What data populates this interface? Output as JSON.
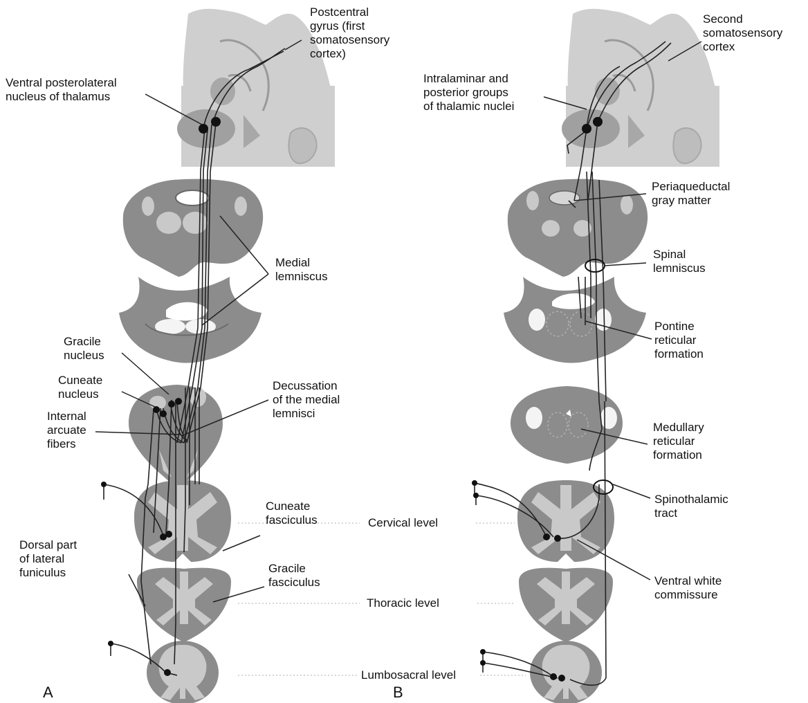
{
  "panels": {
    "a": "A",
    "b": "B"
  },
  "levels": {
    "cervical": "Cervical level",
    "thoracic": "Thoracic level",
    "lumbosacral": "Lumbosacral level"
  },
  "labels_a": {
    "postcentral_gyrus": "Postcentral\ngyrus (first\nsomatosensory\ncortex)",
    "vpl_nucleus": "Ventral posterolateral\nnucleus of thalamus",
    "medial_lemniscus": "Medial\nlemniscus",
    "gracile_nucleus": "Gracile\nnucleus",
    "cuneate_nucleus": "Cuneate\nnucleus",
    "internal_arcuate": "Internal\narcuate\nfibers",
    "decussation": "Decussation\nof the medial\nlemnisci",
    "cuneate_fasciculus": "Cuneate\nfasciculus",
    "dorsal_lateral_funiculus": "Dorsal part\nof lateral\nfuniculus",
    "gracile_fasciculus": "Gracile\nfasciculus"
  },
  "labels_b": {
    "second_somatosensory": "Second\nsomatosensory\ncortex",
    "intralaminar": "Intralaminar and\nposterior groups\nof thalamic nuclei",
    "periaqueductal": "Periaqueductal\ngray matter",
    "spinal_lemniscus": "Spinal\nlemniscus",
    "pontine_reticular": "Pontine\nreticular\nformation",
    "medullary_reticular": "Medullary\nreticular\nformation",
    "spinothalamic": "Spinothalamic\ntract",
    "ventral_commissure": "Ventral white\ncommissure"
  },
  "colors": {
    "brain_bg": "#cfcfcf",
    "cortex": "#b4b4b4",
    "section": "#8c8c8c",
    "section_light": "#c9c9c9",
    "white_spot": "#f4f4f4",
    "line": "#222222"
  }
}
